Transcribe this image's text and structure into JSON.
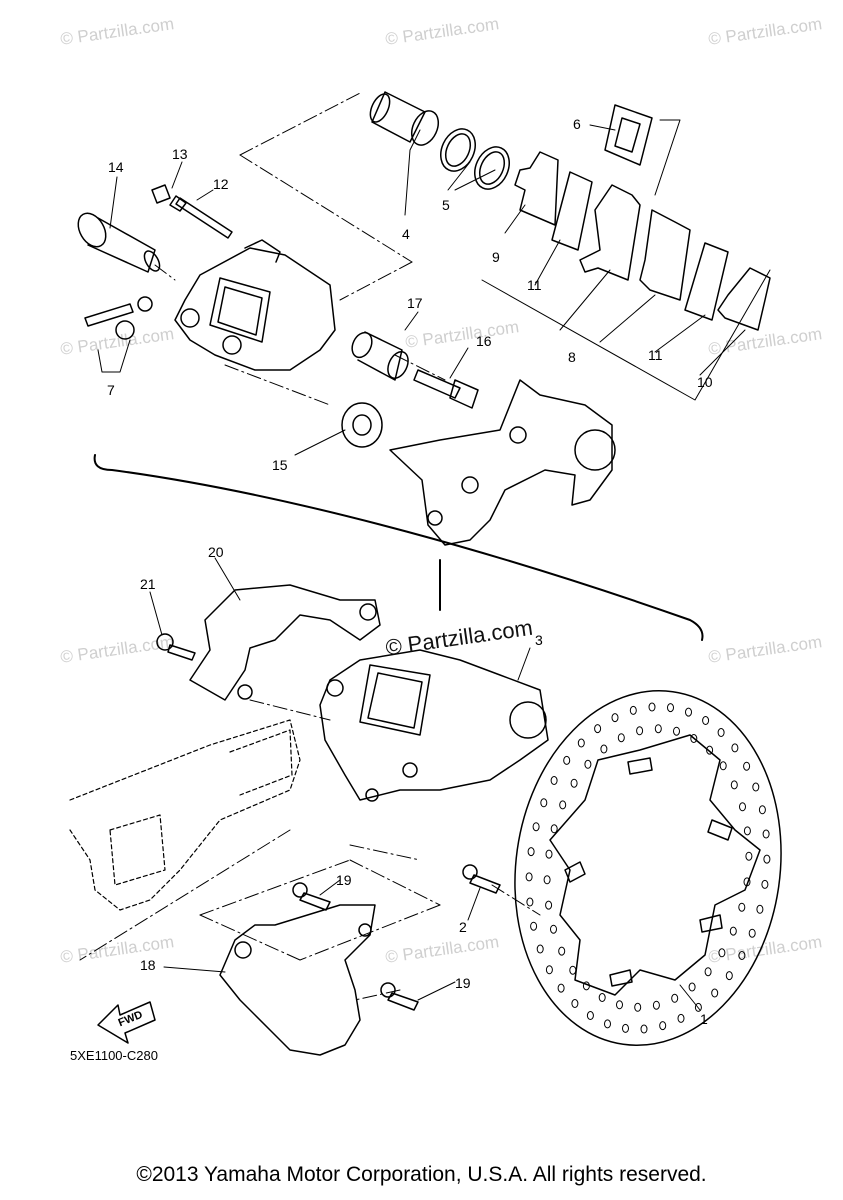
{
  "watermark": "© Partzilla.com",
  "watermark_center": "© Partzilla.com",
  "callouts": {
    "c1": "1",
    "c2": "2",
    "c3": "3",
    "c4": "4",
    "c5": "5",
    "c6": "6",
    "c7": "7",
    "c8": "8",
    "c9": "9",
    "c10": "10",
    "c11a": "11",
    "c11b": "11",
    "c12": "12",
    "c13": "13",
    "c14": "14",
    "c15": "15",
    "c16": "16",
    "c17": "17",
    "c18": "18",
    "c19a": "19",
    "c19b": "19",
    "c20": "20",
    "c21": "21"
  },
  "fwd_label": "FWD",
  "diagram_code": "5XE1100-C280",
  "copyright": "©2013 Yamaha Motor Corporation, U.S.A. All rights reserved."
}
